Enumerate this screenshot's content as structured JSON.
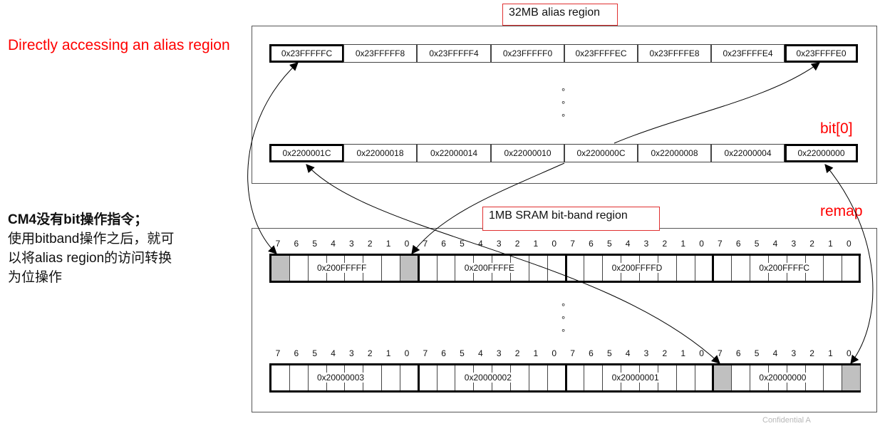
{
  "left_title": "Directly accessing an alias region",
  "alias_box_title": "32MB alias region",
  "sram_box_title": "1MB SRAM bit-band region",
  "bit0_label": "bit[0]",
  "remap_label": "remap",
  "notes": {
    "line1": "CM4没有bit操作指令；",
    "line2": "使用bitband操作之后，就可",
    "line3": "以将alias region的访问转换",
    "line4": "为位操作"
  },
  "alias_top_row": [
    "0x23FFFFFC",
    "0x23FFFFF8",
    "0x23FFFFF4",
    "0x23FFFFF0",
    "0x23FFFFEC",
    "0x23FFFFE8",
    "0x23FFFFE4",
    "0x23FFFFE0"
  ],
  "alias_bottom_row": [
    "0x2200001C",
    "0x22000018",
    "0x22000014",
    "0x22000010",
    "0x2200000C",
    "0x22000008",
    "0x22000004",
    "0x22000000"
  ],
  "sram_top_bytes": [
    "0x200FFFFF",
    "0x200FFFFE",
    "0x200FFFFD",
    "0x200FFFFC"
  ],
  "sram_bottom_bytes": [
    "0x20000003",
    "0x20000002",
    "0x20000001",
    "0x20000000"
  ],
  "bit_numbers": [
    "7",
    "6",
    "5",
    "4",
    "3",
    "2",
    "1",
    "0"
  ],
  "ellipsis_dot": "°",
  "watermark": "Confidential A",
  "colors": {
    "accent_red": "#ff0000",
    "highlight_bit": "#c0c0c0"
  }
}
